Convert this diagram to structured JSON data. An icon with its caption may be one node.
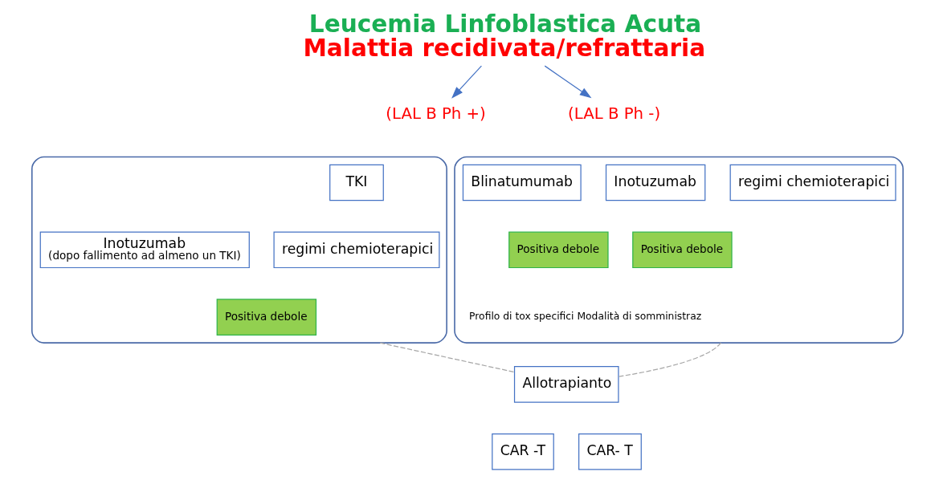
{
  "diagram": {
    "nodes": [
      {
        "text": [
          "Leucemia Linfoblastica Acuta",
          "Malattia recidivata/refrattaria"
        ]
      },
      {
        "text": [
          "(LAL B Ph +)"
        ]
      },
      {
        "text": [
          "(LAL B Ph -)"
        ]
      },
      {
        "text": [],
        "shape": "box"
      },
      {
        "text": [
          "TKI"
        ],
        "in": 3
      },
      {
        "text": [
          "Inotuzumab",
          "(dopo fallimento ad almeno un TKI)"
        ],
        "in": 3
      },
      {
        "text": [
          "Positiva debole"
        ],
        "in": 3
      },
      {
        "text": [
          "regimi chemioterapici"
        ],
        "in": 3
      },
      {
        "text": [],
        "shape": "box"
      },
      {
        "text": [
          "Blinatumumab"
        ],
        "in": 8
      },
      {
        "text": [
          "Positiva debole"
        ],
        "in": 8
      },
      {
        "text": [
          "Inotuzumab"
        ],
        "in": 8
      },
      {
        "text": [
          "Positiva debole"
        ],
        "in": 8
      },
      {
        "text": [
          "regimi chemioterapici"
        ],
        "in": 8
      },
      {
        "text": [
          "Allotrapianto"
        ]
      },
      {
        "text": [
          "CAR -T"
        ]
      },
      {
        "text": [
          "CAR- T"
        ]
      }
    ],
    "edges": [
      {
        "from": 0,
        "to": 1,
        "arrow": "to"
      },
      {
        "from": 0,
        "to": 2,
        "arrow": "to"
      },
      {
        "from": 3,
        "to": 14,
        "arrow": "none",
        "style": "dashed",
        "color": "#a6a6a6"
      },
      {
        "from": 8,
        "to": 14,
        "arrow": "none",
        "style": "dashed",
        "color": "#a6a6a6"
      }
    ],
    "labels": [
      "Profilo di tox specifici Modalità di somministraz"
    ]
  }
}
